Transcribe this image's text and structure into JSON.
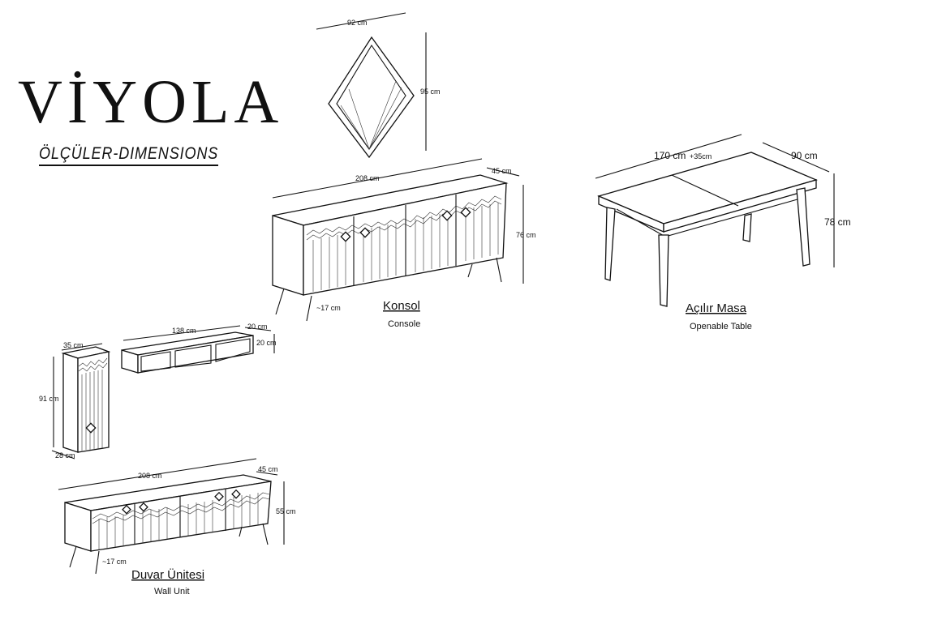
{
  "brand": {
    "title": "VİYOLA",
    "subtitle": "ÖLÇÜLER-DIMENSIONS"
  },
  "mirror": {
    "width": "92 cm",
    "height": "95 cm"
  },
  "console": {
    "name": "Konsol",
    "name_en": "Console",
    "width": "208 cm",
    "depth": "45 cm",
    "height": "76 cm",
    "leg": "~17 cm"
  },
  "table": {
    "name": "Açılır Masa",
    "name_en": "Openable Table",
    "length": "170 cm",
    "extension": "+35cm",
    "width": "90 cm",
    "height": "78 cm"
  },
  "shelf": {
    "width": "138 cm",
    "depth": "20 cm",
    "height": "20 cm"
  },
  "cabinet": {
    "width": "35 cm",
    "height": "91 cm",
    "depth": "28 cm"
  },
  "wall_unit": {
    "name": "Duvar Ünitesi",
    "name_en": "Wall Unit",
    "width": "208 cm",
    "depth": "45 cm",
    "height": "55 cm",
    "leg": "~17 cm"
  }
}
